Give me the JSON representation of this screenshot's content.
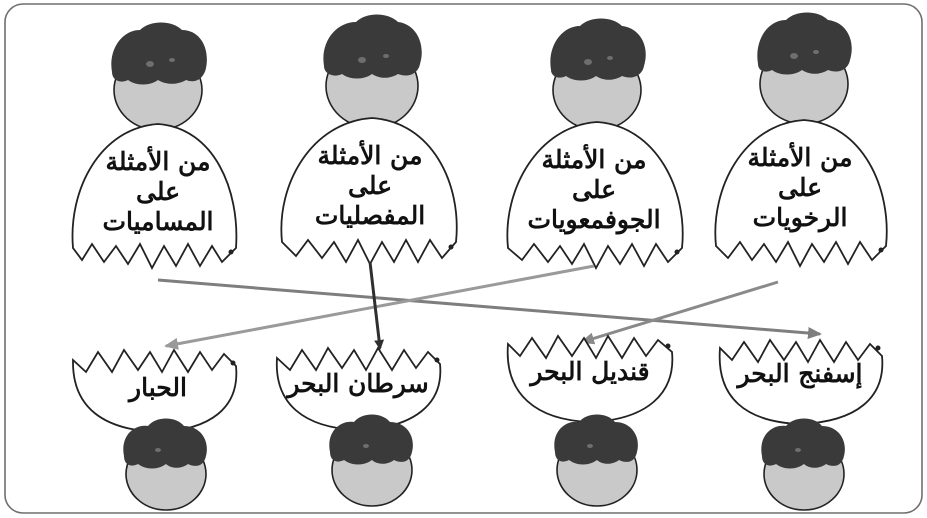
{
  "diagram": {
    "top_groups": [
      {
        "id": "group-1",
        "lines": [
          "من الأمثلة",
          "على",
          "المساميات"
        ]
      },
      {
        "id": "group-2",
        "lines": [
          "من الأمثلة",
          "على",
          "المفصليات"
        ]
      },
      {
        "id": "group-3",
        "lines": [
          "من الأمثلة",
          "على",
          "الجوفمعويات"
        ]
      },
      {
        "id": "group-4",
        "lines": [
          "من الأمثلة",
          "على",
          "الرخويات"
        ]
      }
    ],
    "bottom_examples": [
      {
        "id": "example-1",
        "label": "الحبار"
      },
      {
        "id": "example-2",
        "label": "سرطان البحر"
      },
      {
        "id": "example-3",
        "label": "قنديل البحر"
      },
      {
        "id": "example-4",
        "label": "إسفنج البحر"
      }
    ],
    "links": [
      {
        "from": "group-1",
        "to": "example-4",
        "color": "#7e7e7e"
      },
      {
        "from": "group-2",
        "to": "example-2",
        "color": "#2f2f2f"
      },
      {
        "from": "group-3",
        "to": "example-1",
        "color": "#9a9a9a"
      },
      {
        "from": "group-4",
        "to": "example-3",
        "color": "#8a8a8a"
      }
    ],
    "colors": {
      "hair": "#3a3a3a",
      "face": "#c9c9c9",
      "outline": "#222222",
      "frame": "#6f6f6f"
    }
  }
}
